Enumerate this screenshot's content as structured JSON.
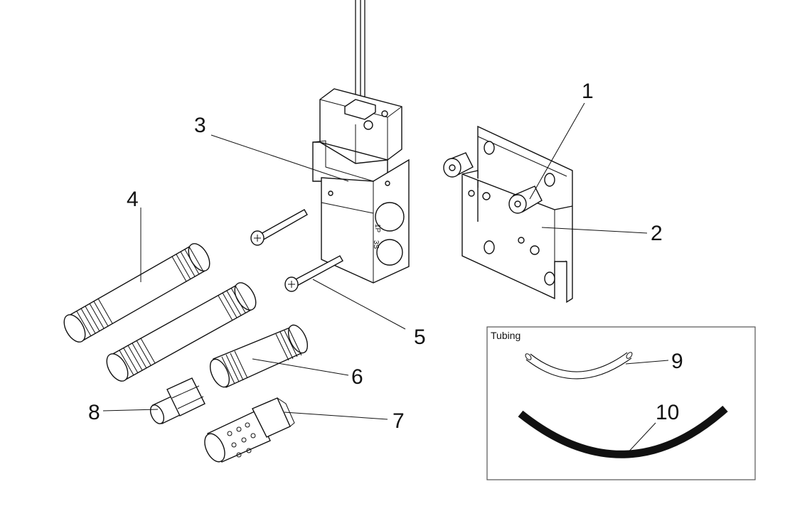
{
  "diagram": {
    "callouts": [
      "1",
      "2",
      "3",
      "4",
      "5",
      "6",
      "7",
      "8",
      "9",
      "10"
    ],
    "tubing_box_label": "Tubing",
    "solenoid_port_marks": [
      "1P",
      "3S"
    ]
  }
}
